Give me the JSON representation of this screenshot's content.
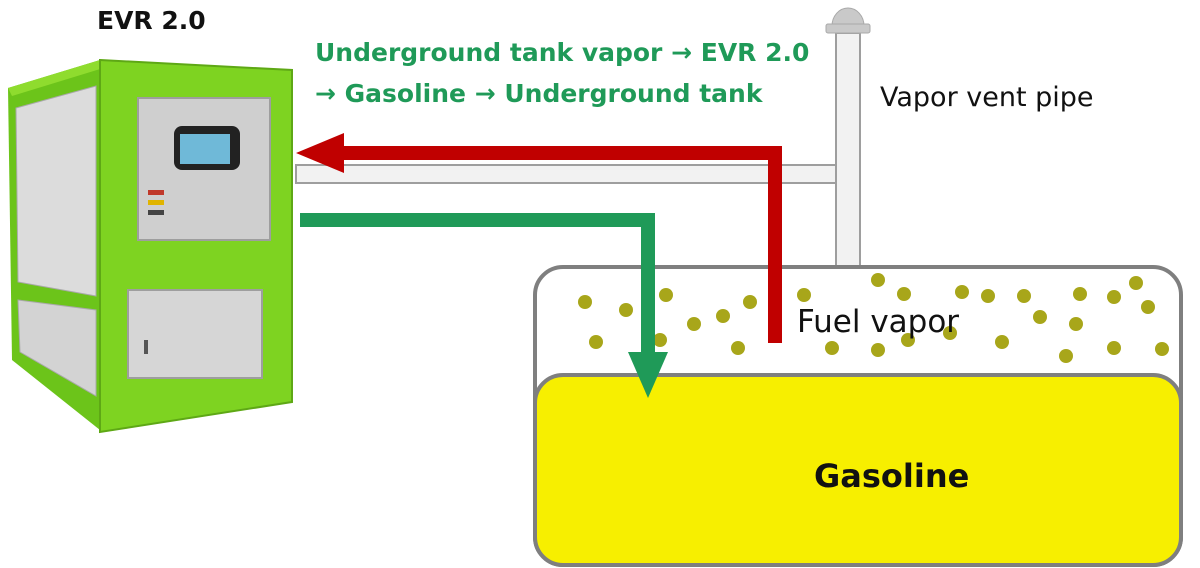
{
  "evr": {
    "title": "EVR 2.0"
  },
  "flow": {
    "line1": "Underground tank vapor → EVR 2.0",
    "line2": "→ Gasoline → Underground tank"
  },
  "labels": {
    "vent_pipe": "Vapor vent pipe",
    "fuel_vapor": "Fuel vapor",
    "gasoline": "Gasoline"
  },
  "colors": {
    "unit_green": "#7ed321",
    "return_arrow": "#c00000",
    "supply_arrow": "#1f9a58",
    "gasoline": "#f7ef00",
    "vapor_dot": "#a8a61a",
    "tank_outline": "#7f7f7f",
    "pipe_fill": "#f2f2f2"
  }
}
